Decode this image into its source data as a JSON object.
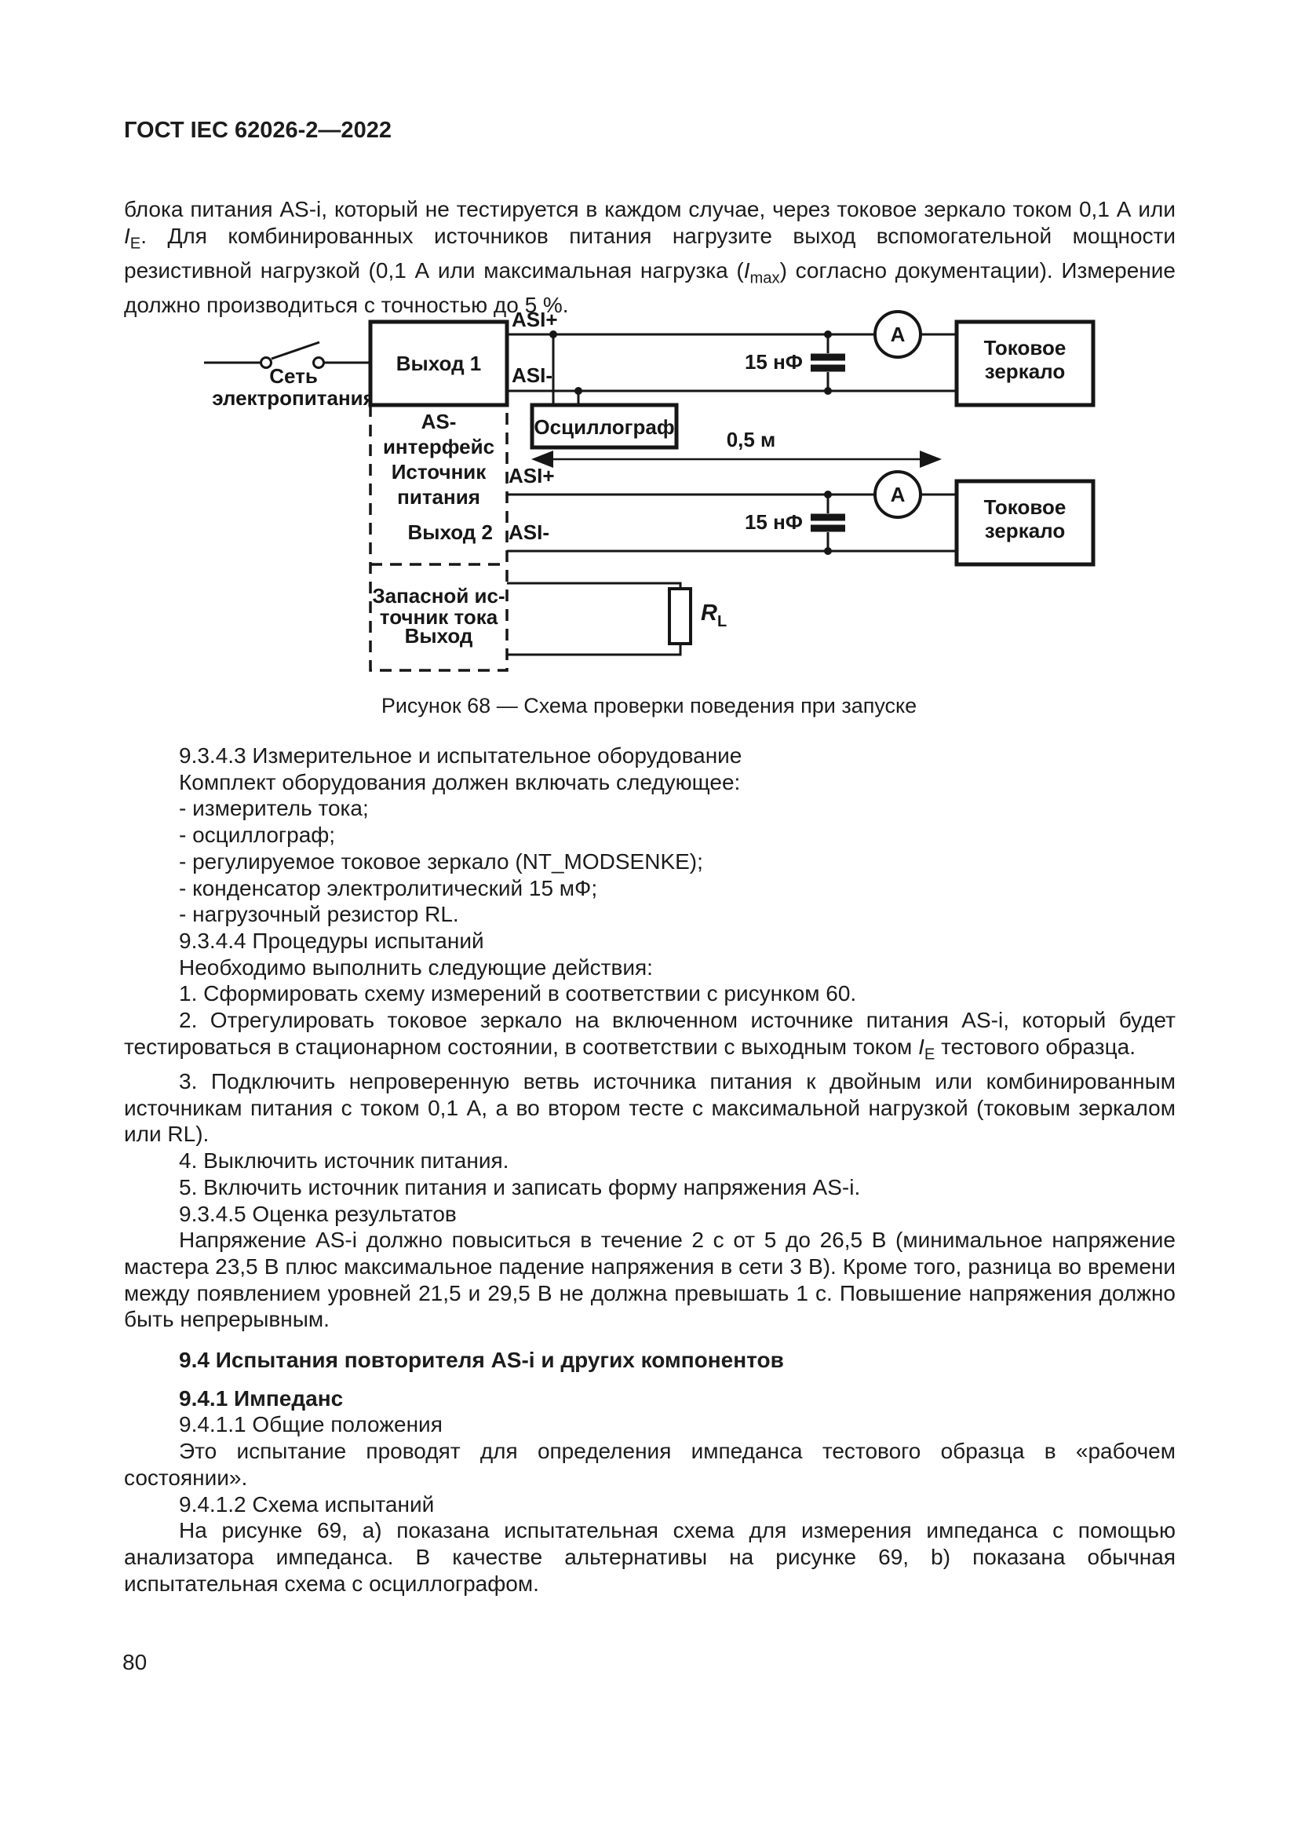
{
  "page": {
    "header": "ГОСТ IEC 62026-2—2022",
    "page_number": "80"
  },
  "intro": {
    "t1": "блока питания AS-i, который не тестируется в каждом случае, через токовое зеркало током 0,1 А или ",
    "i1": "I",
    "s1": "E",
    "t2": ". Для комбинированных источников питания нагрузите выход вспомогательной мощности резистивной нагрузкой (0,1 А или максимальная нагрузка (",
    "i2": "I",
    "s2": "max",
    "t3": ") согласно документации). Измерение должно произ­водиться с точностью до 5 %."
  },
  "figure": {
    "caption": "Рисунок 68 — Схема проверки поведения при запуске",
    "labels": {
      "mains1": "Сеть",
      "mains2": "электропитания",
      "output1": "Выход 1",
      "block1": "AS-",
      "block2": "интерфейс",
      "block3": "Источник",
      "block4": "питания",
      "output2": "Выход 2",
      "backup1": "Запасной ис-",
      "backup2": "точник тока",
      "backup3": "Выход",
      "asi_plus_top": "ASI+",
      "asi_minus_top": "ASI-",
      "asi_plus_bottom": "ASI+",
      "asi_minus_bottom": "ASI-",
      "cap_top": "15 нФ",
      "cap_bottom": "15 нФ",
      "ammeter_top": "А",
      "ammeter_bottom": "А",
      "mirror_top1": "Токовое",
      "mirror_top2": "зеркало",
      "mirror_bottom1": "Токовое",
      "mirror_bottom2": "зеркало",
      "oscilloscope": "Осциллограф",
      "distance": "0,5 м",
      "resistor_r": "R",
      "resistor_sub": "L"
    }
  },
  "body": {
    "p_9343": "9.3.4.3 Измерительное и испытательное оборудование",
    "p_set": "Комплект оборудования должен включать следующее:",
    "li1": "- измеритель тока;",
    "li2": "- осциллограф;",
    "li3": "- регулируемое токовое зеркало (NT_MODSENKE);",
    "li4": "- конденсатор электролитический 15 мФ;",
    "li5": "- нагрузочный резистор RL.",
    "p_9344": "9.3.4.4 Процедуры испытаний",
    "p_actions": "Необходимо выполнить следующие действия:",
    "step1": "1. Сформировать схему измерений в соответствии с рисунком 60.",
    "step2": {
      "t1": "2. Отрегулировать токовое зеркало на включенном источнике питания AS-i, который будет тести­роваться в стационарном состоянии, в соответствии с выходным током ",
      "i": "I",
      "s": "E",
      "t2": " тестового образца."
    },
    "step3": "3. Подключить непроверенную ветвь источника питания к двойным или комбинированным источ­никам питания с током 0,1 А, а во втором тесте с максимальной нагрузкой (токовым зеркалом или RL).",
    "step4": "4. Выключить источник питания.",
    "step5": "5. Включить источник питания и записать форму напряжения AS-i.",
    "p_9345": "9.3.4.5 Оценка результатов",
    "p_result": "Напряжение AS-i должно повыситься в течение 2 с от 5 до 26,5 В (минимальное напряжение мастера 23,5 В плюс максимальное падение напряжения в сети 3 В). Кроме того, разница во времени между появлением уровней 21,5 и 29,5 В не должна превышать 1 с. Повышение напряжения должно быть непрерывным.",
    "h_94": "9.4 Испытания повторителя AS-i и других компонентов",
    "h_941": "9.4.1 Импеданс",
    "p_9411": "9.4.1.1 Общие положения",
    "p_general": "Это испытание проводят для определения импеданса тестового образца в «рабочем состоянии».",
    "p_9412": "9.4.1.2 Схема испытаний",
    "p_scheme": "На рисунке 69, a) показана испытательная схема для измерения импеданса с помощью анализа­тора импеданса. В качестве альтернативы на рисунке 69, b) показана обычная испытательная схема с осциллографом."
  }
}
